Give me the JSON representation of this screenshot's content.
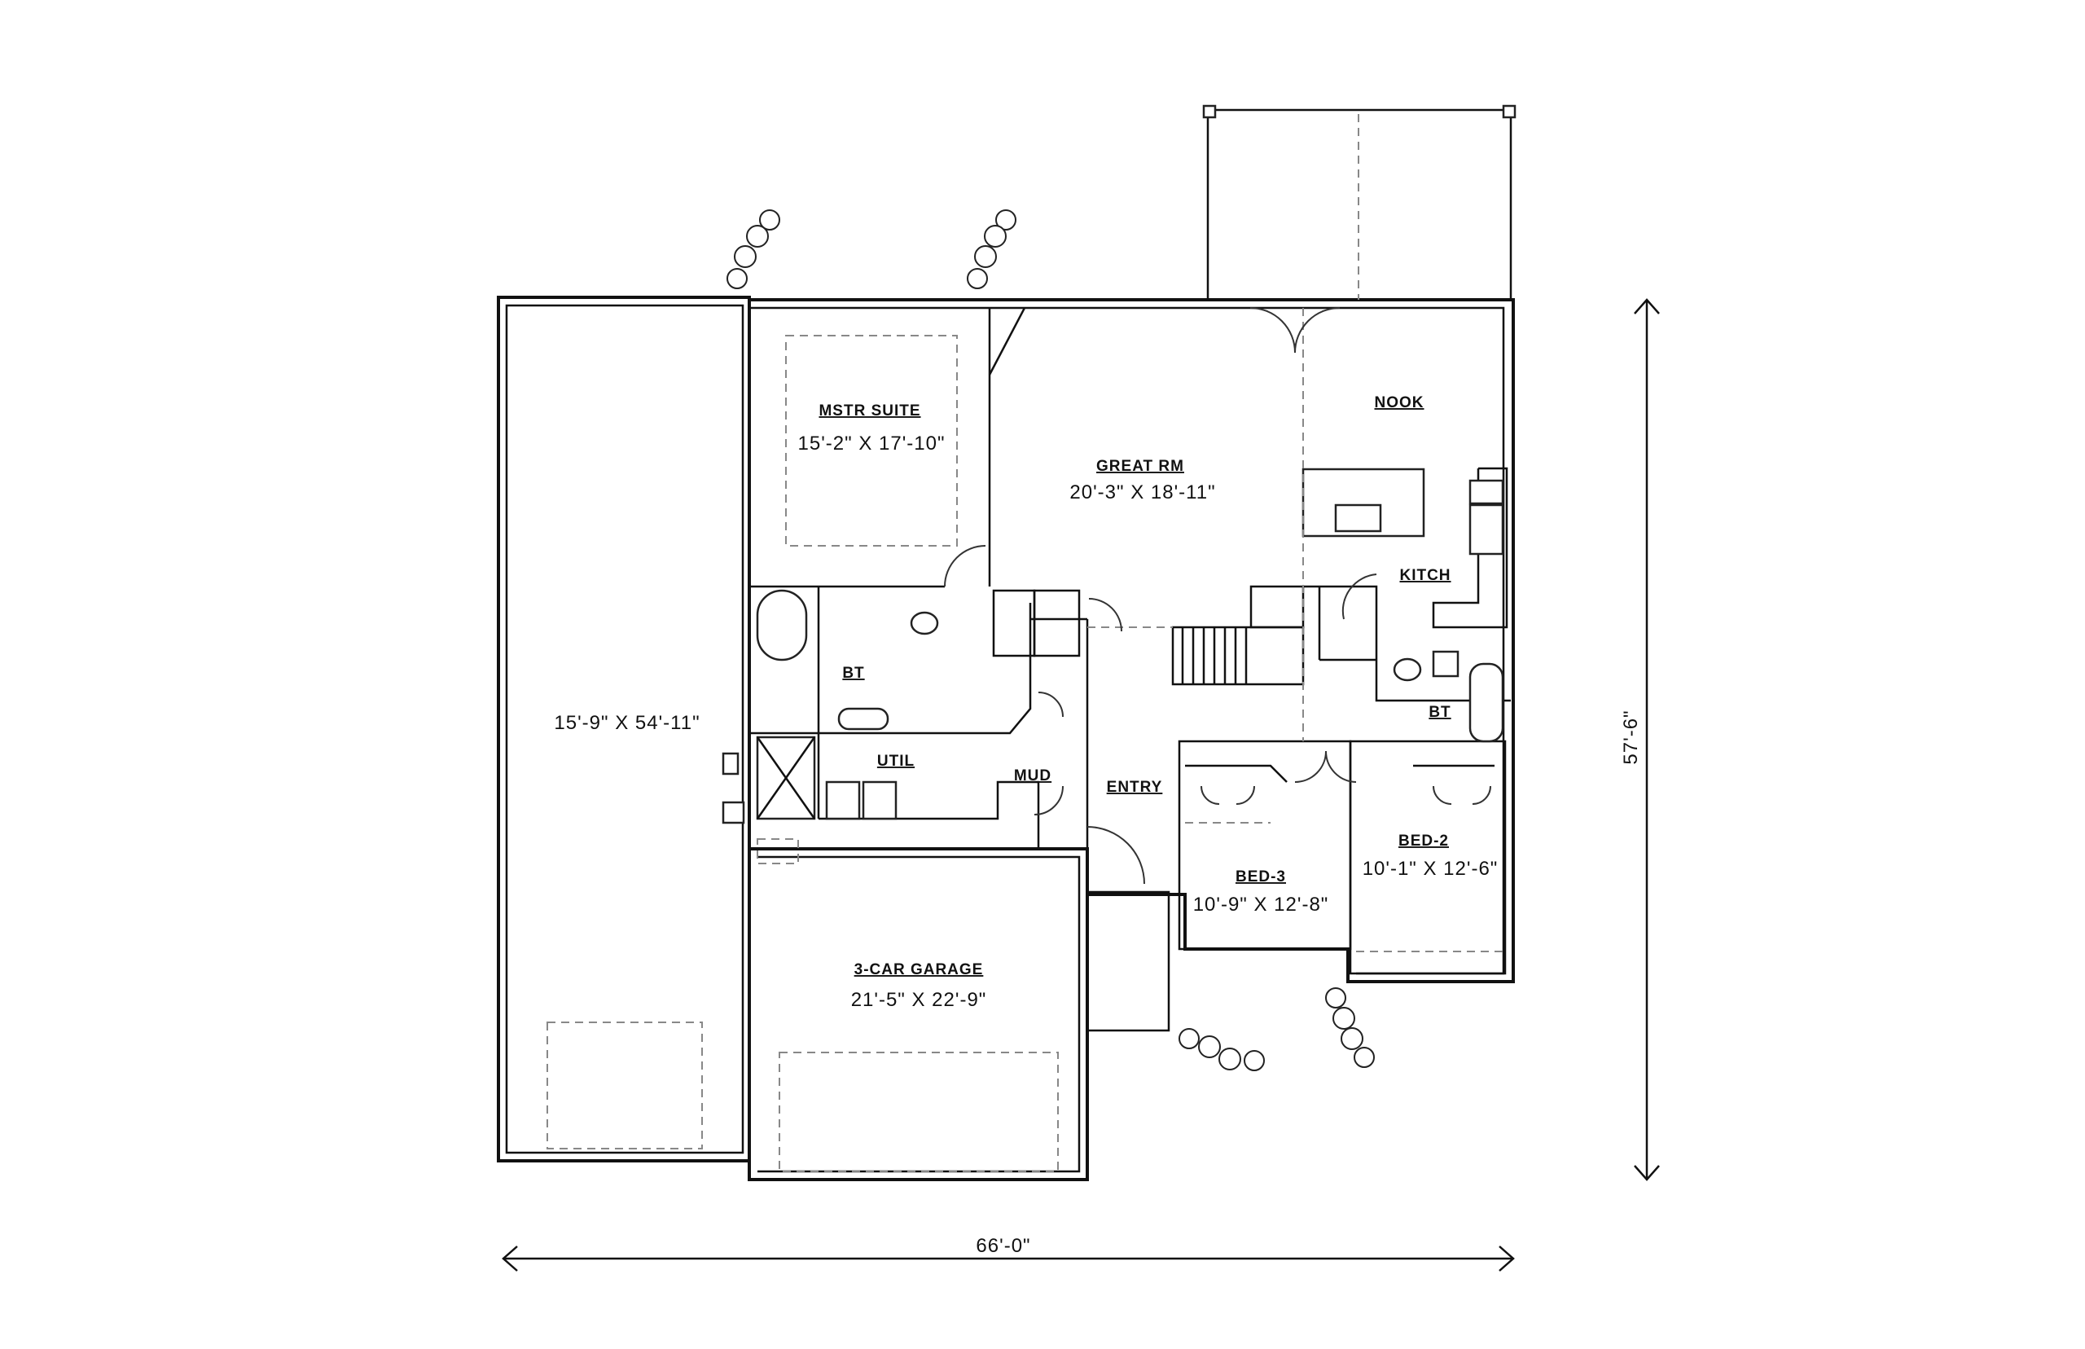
{
  "rooms": {
    "mstr_suite": {
      "name": "MSTR SUITE",
      "size": "15'-2\" X 17'-10\""
    },
    "great_rm": {
      "name": "GREAT RM",
      "size": "20'-3\" X 18'-11\""
    },
    "nook": {
      "name": "NOOK"
    },
    "kitch": {
      "name": "KITCH"
    },
    "bath_master": {
      "name": "BT"
    },
    "bath_hall": {
      "name": "BT"
    },
    "util": {
      "name": "UTIL"
    },
    "mud": {
      "name": "MUD"
    },
    "entry": {
      "name": "ENTRY"
    },
    "bed_3": {
      "name": "BED-3",
      "size": "10'-9\" X 12'-8\""
    },
    "bed_2": {
      "name": "BED-2",
      "size": "10'-1\" X 12'-6\""
    },
    "garage": {
      "name": "3-CAR GARAGE",
      "size": "21'-5\" X 22'-9\""
    },
    "rv_bay": {
      "size": "15'-9\" X 54'-11\""
    }
  },
  "dimensions": {
    "overall_width": "66'-0\"",
    "overall_depth": "57'-6\""
  }
}
